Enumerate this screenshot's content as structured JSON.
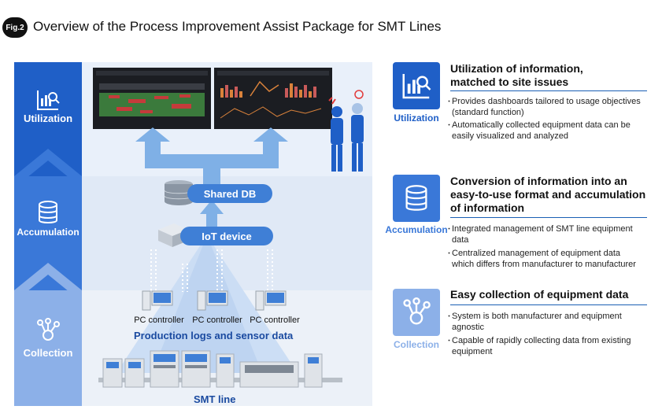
{
  "figure": {
    "badge": "Fig.2",
    "title": "Overview of the Process Improvement Assist Package for SMT Lines"
  },
  "stages": {
    "utilization": "Utilization",
    "accumulation": "Accumulation",
    "collection": "Collection"
  },
  "diagram": {
    "shared_db": "Shared DB",
    "iot_device": "IoT device",
    "pc_controllers": [
      "PC controller",
      "PC controller",
      "PC controller"
    ],
    "logs_label": "Production logs and sensor data",
    "smt_line": "SMT line"
  },
  "panels": [
    {
      "icon": "chart-magnifier-icon",
      "label": "Utilization",
      "heading_lines": [
        "Utilization of information,",
        "matched to site issues"
      ],
      "bullets": [
        [
          "Provides dashboards tailored to usage objectives",
          "(standard function)"
        ],
        [
          "Automatically collected equipment data can be",
          "easily visualized and analyzed"
        ]
      ]
    },
    {
      "icon": "database-icon",
      "label": "Accumulation",
      "heading_lines": [
        "Conversion of information into an",
        "easy-to-use format and accumulation",
        "of information"
      ],
      "bullets": [
        [
          "Integrated management of SMT line equipment",
          "data"
        ],
        [
          "Centralized management of equipment data",
          "which differs from manufacturer to manufacturer"
        ]
      ]
    },
    {
      "icon": "network-nodes-icon",
      "label": "Collection",
      "heading_lines": [
        "Easy collection of equipment data"
      ],
      "bullets": [
        [
          "System is both manufacturer and equipment",
          "agnostic"
        ],
        [
          "Capable of rapidly collecting data from existing",
          "equipment"
        ]
      ]
    }
  ],
  "colors": {
    "utilization": "#1f5fc7",
    "accumulation": "#3a78d8",
    "collection": "#8cb0e8",
    "arrow": "#7fb0e6",
    "pill": "#3f7fd6"
  }
}
